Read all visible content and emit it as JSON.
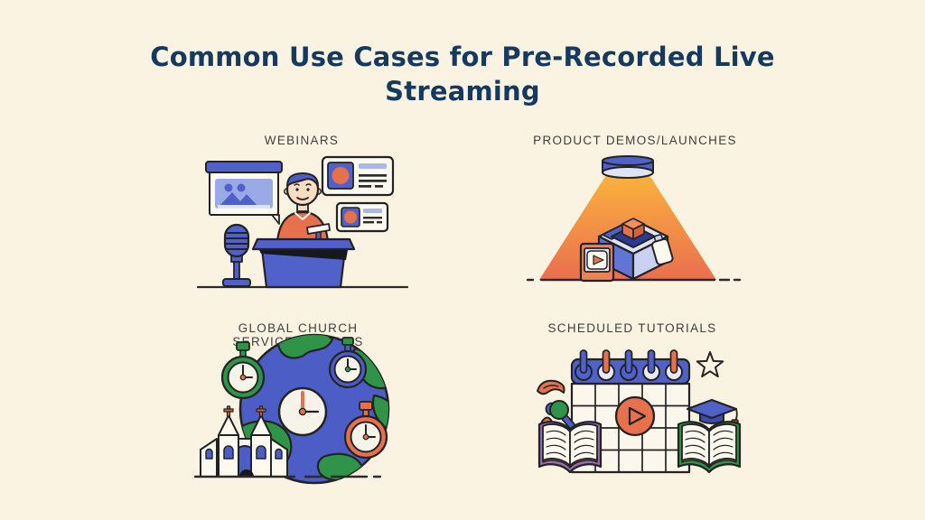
{
  "title_lines": [
    "Common Use Cases for Pre-Recorded Live",
    "Streaming"
  ],
  "sections": [
    {
      "id": "webinars",
      "label": "WEBINARS",
      "icons": [
        "presentation-screen-icon",
        "speaker-person-icon",
        "podium-icon",
        "microphone-icon",
        "profile-card-icon",
        "profile-card-small-icon"
      ]
    },
    {
      "id": "product-demos",
      "label": "PRODUCT DEMOS/LAUNCHES",
      "icons": [
        "spotlight-lamp-icon",
        "light-beam-icon",
        "product-box-icon",
        "video-player-icon"
      ]
    },
    {
      "id": "global-church",
      "label": "GLOBAL CHURCH SERVICES/EVENTS",
      "icons": [
        "globe-icon",
        "clock-icon",
        "stopwatch-green-icon",
        "stopwatch-blue-icon",
        "stopwatch-orange-icon",
        "church-icon"
      ]
    },
    {
      "id": "scheduled-tutorials",
      "label": "SCHEDULED TUTORIALS",
      "icons": [
        "calendar-icon",
        "play-button-icon",
        "star-icon",
        "graduation-cap-icon",
        "open-book-left-icon",
        "open-book-right-icon",
        "leaf-decoration-icon"
      ]
    }
  ],
  "palette": {
    "background": "#faf3e2",
    "title": "#15395f",
    "label": "#3f3f3f",
    "outline": "#232323",
    "blue": "#5161ca",
    "blue_deep": "#4c5ec5",
    "blue_light": "#c9d1f2",
    "lavender": "#dfe3f6",
    "orange": "#e7704d",
    "cone_top": "#f9b23c",
    "green": "#2f9447",
    "purple": "#9b6bb3",
    "cream": "#fcf9ef"
  }
}
